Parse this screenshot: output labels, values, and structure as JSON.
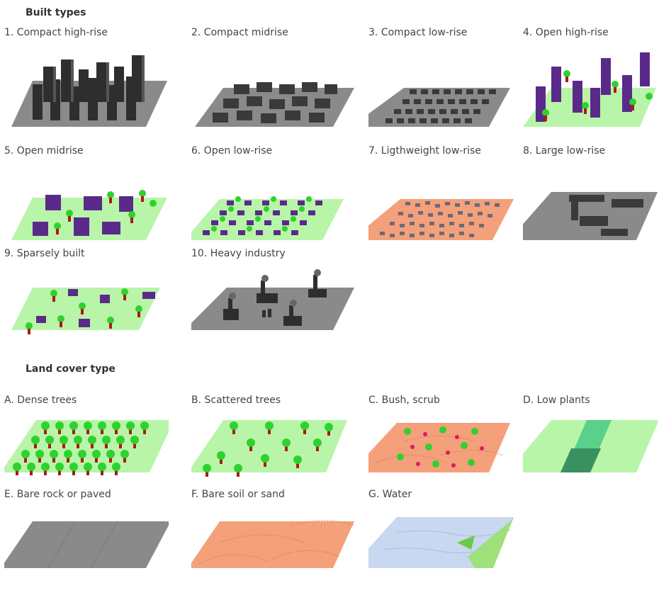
{
  "built_section": {
    "title": "Built types",
    "items": [
      {
        "label": "1. Compact high-rise"
      },
      {
        "label": "2. Compact midrise"
      },
      {
        "label": "3. Compact low-rise"
      },
      {
        "label": "4. Open high-rise"
      },
      {
        "label": "5. Open midrise"
      },
      {
        "label": "6. Open low-rise"
      },
      {
        "label": "7. Ligthweight low-rise"
      },
      {
        "label": "8. Large low-rise"
      },
      {
        "label": "9. Sparsely built"
      },
      {
        "label": "10. Heavy industry"
      }
    ]
  },
  "land_section": {
    "title": "Land cover type",
    "items": [
      {
        "label": "A. Dense trees"
      },
      {
        "label": "B. Scattered trees"
      },
      {
        "label": "C. Bush, scrub"
      },
      {
        "label": "D. Low plants"
      },
      {
        "label": "E. Bare rock or paved"
      },
      {
        "label": "F. Bare soil or sand"
      },
      {
        "label": "G. Water"
      }
    ]
  },
  "colors": {
    "paved": "#8a8a8a",
    "building_dark": "#3a3a3a",
    "grass": "#b8f5a8",
    "tree_green": "#2fd12f",
    "trunk": "#b01818",
    "purple": "#5a2a8a",
    "soil": "#f4a07a",
    "water": "#c8d8f0"
  }
}
